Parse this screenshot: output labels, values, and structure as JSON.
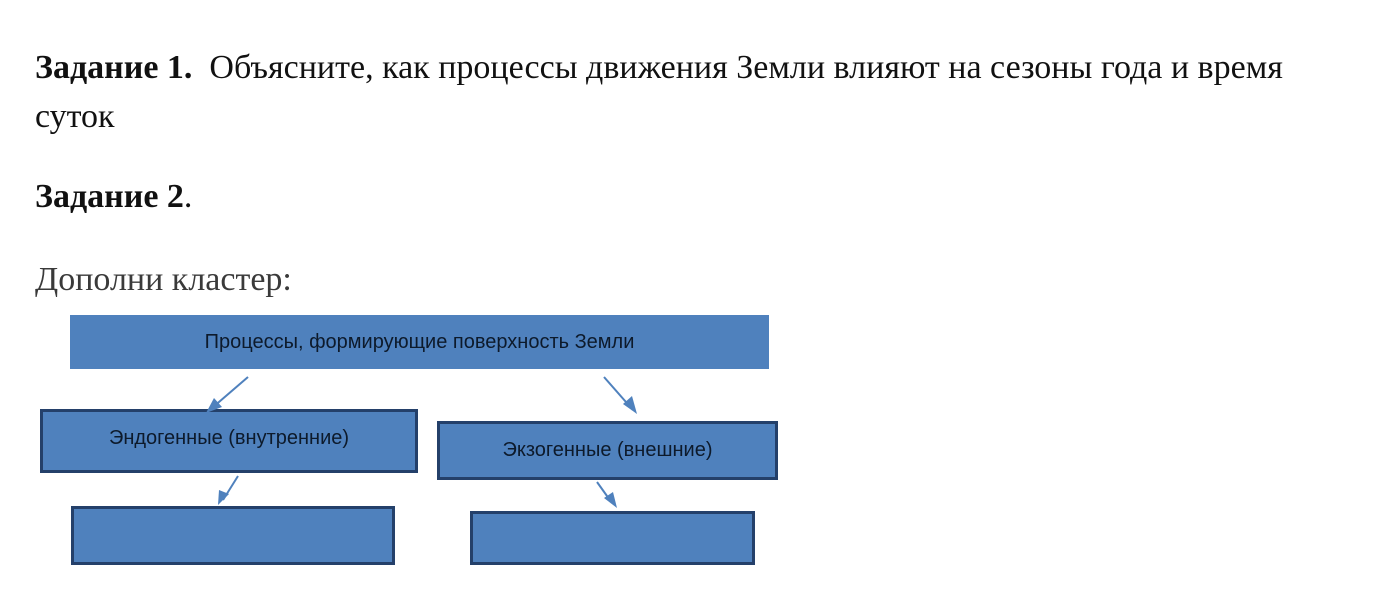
{
  "task1": {
    "label": "Задание 1.",
    "text": "Объясните, как процессы движения Земли влияют на сезоны года и время",
    "continuation": "суток"
  },
  "task2": {
    "label": "Задание 2",
    "suffix": "."
  },
  "instruction": "Дополни кластер:",
  "cluster": {
    "root": "Процессы, формирующие поверхность Земли",
    "left": "Эндогенные (внутренние)",
    "right": "Экзогенные (внешние)",
    "left_child": "",
    "right_child": ""
  },
  "colors": {
    "box_fill": "#4f81bd",
    "box_border": "#24406a"
  }
}
